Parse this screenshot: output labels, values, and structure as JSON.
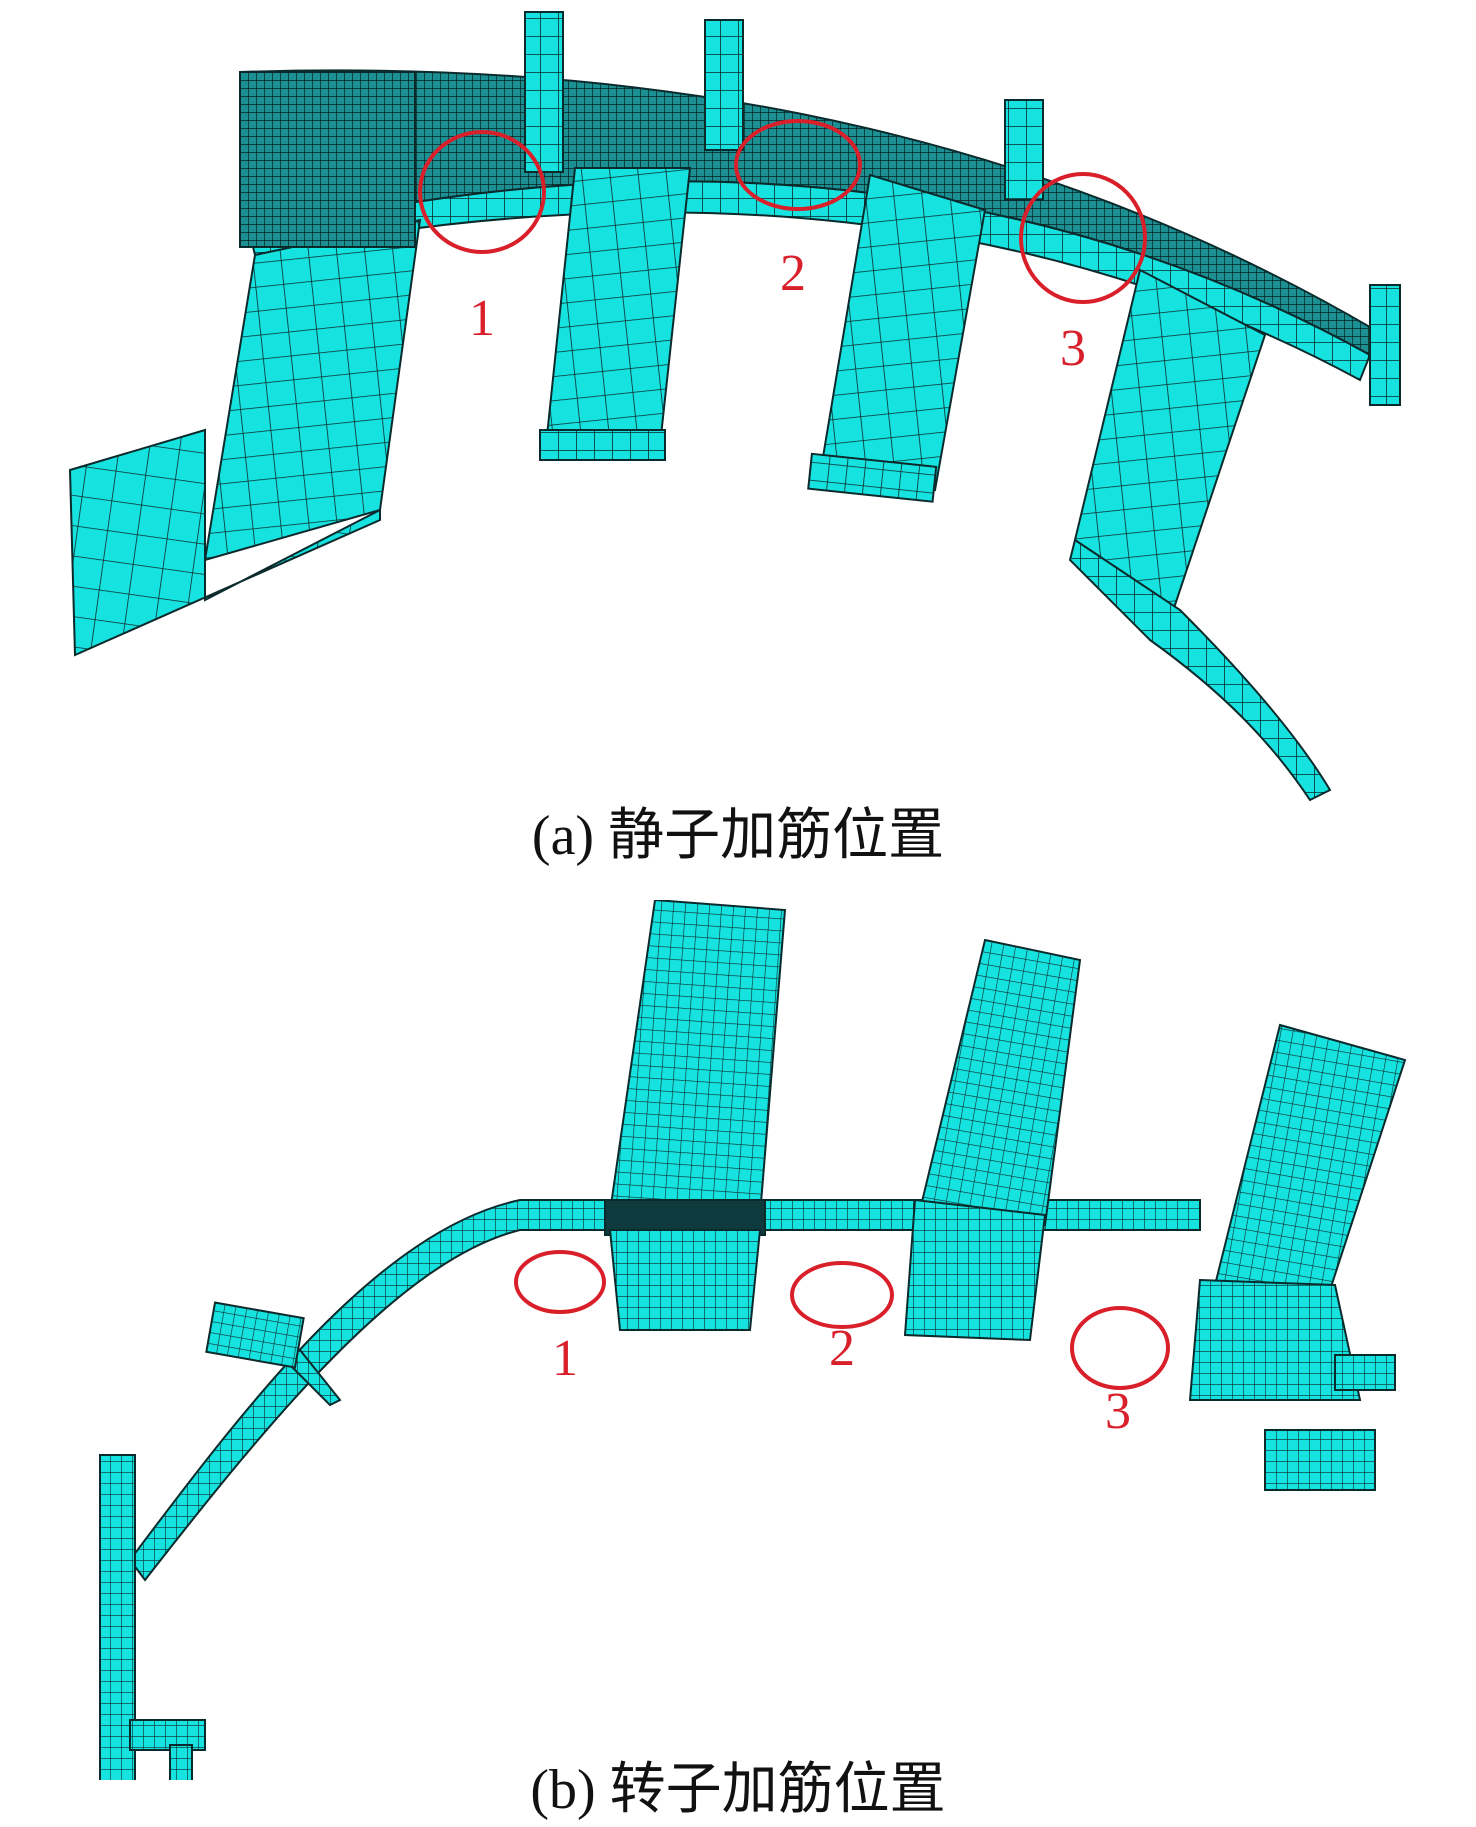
{
  "colors": {
    "mesh_fill": "#16e3e0",
    "mesh_line": "#0b2a2c",
    "mesh_dark": "#0f3a3d",
    "highlight": "#d9202a",
    "text": "#111111"
  },
  "panel_a": {
    "caption": "(a) 静子加筋位置",
    "markers": [
      {
        "label": "1"
      },
      {
        "label": "2"
      },
      {
        "label": "3"
      }
    ]
  },
  "panel_b": {
    "caption": "(b) 转子加筋位置",
    "markers": [
      {
        "label": "1"
      },
      {
        "label": "2"
      },
      {
        "label": "3"
      }
    ]
  }
}
